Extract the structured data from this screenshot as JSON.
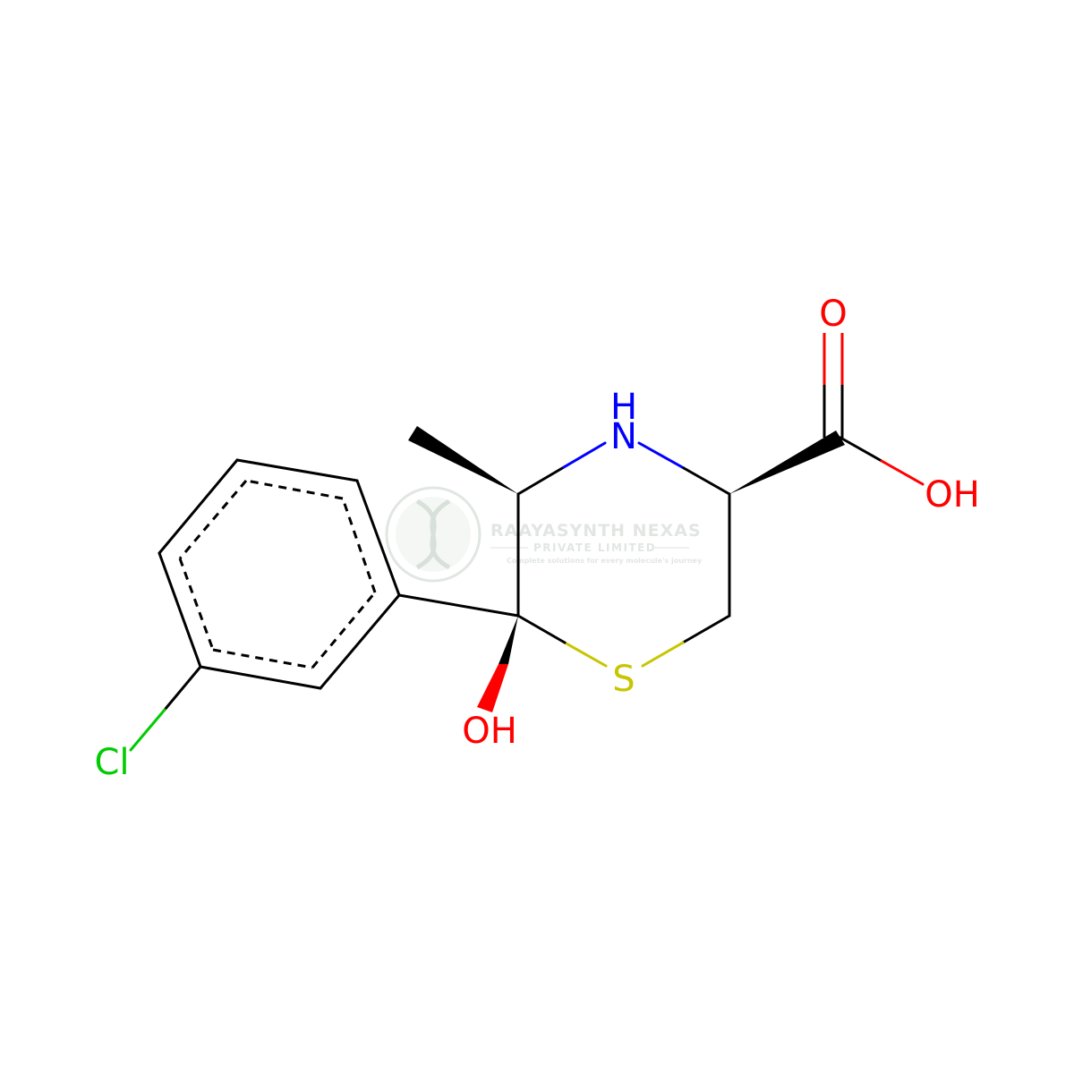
{
  "watermark": {
    "company": "RAAYASYNTH NEXAS",
    "subtitle": "PRIVATE LIMITED",
    "tagline": "Complete solutions for every molecule's journey"
  },
  "atoms": {
    "cl": "Cl",
    "nh_h": "H",
    "nh_n": "N",
    "s": "S",
    "oh_ring": "OH",
    "o_carbonyl": "O",
    "oh_acid": "OH"
  },
  "colors": {
    "bond": "#000000",
    "nitrogen": "#0000ff",
    "oxygen": "#ff0000",
    "sulfur": "#c6c600",
    "chlorine": "#00cc00",
    "watermark": "#c9d3cb"
  }
}
